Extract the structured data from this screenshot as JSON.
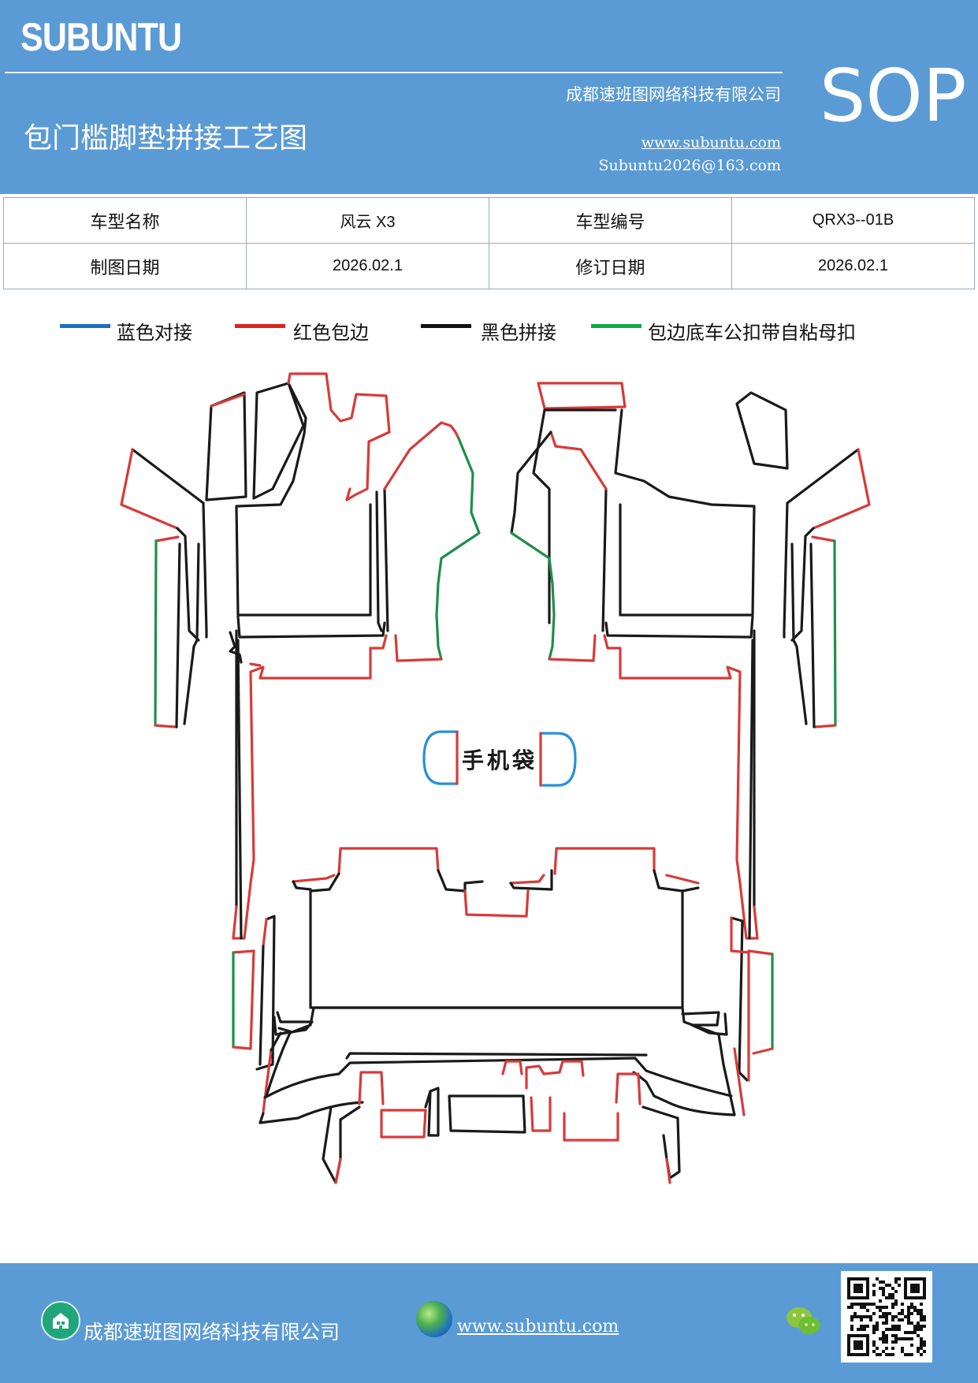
{
  "header": {
    "brand": "SUBUNTU",
    "company": "成都速班图网络科技有限公司",
    "title": "包门槛脚垫拼接工艺图",
    "website": "www.subuntu.com",
    "email": "Subuntu2026@163.com",
    "badge": "SOP"
  },
  "info_table": {
    "rows": [
      {
        "label1": "车型名称",
        "value1": "风云 X3",
        "label2": "车型编号",
        "value2": "QRX3--01B"
      },
      {
        "label1": "制图日期",
        "value1": "2026.02.1",
        "label2": "修订日期",
        "value2": "2026.02.1"
      }
    ]
  },
  "legend": [
    {
      "text": "蓝色对接",
      "color": "#1f6fbf"
    },
    {
      "text": "红色包边",
      "color": "#e02020"
    },
    {
      "text": "黑色拼接",
      "color": "#111111"
    },
    {
      "text": "包边底车公扣带自粘母扣",
      "color": "#11a84a"
    }
  ],
  "drawing": {
    "phone_pocket_label": "手机袋",
    "colors": {
      "black": "#1a1a1a",
      "red": "#d83a3a",
      "green": "#1e8f4a",
      "blue": "#2a8fd8"
    }
  },
  "footer": {
    "company": "成都速班图网络科技有限公司",
    "website": "www.subuntu.com",
    "house_icon": "building-icon",
    "globe_icon": "globe-icon",
    "wechat_icon": "wechat-icon"
  }
}
